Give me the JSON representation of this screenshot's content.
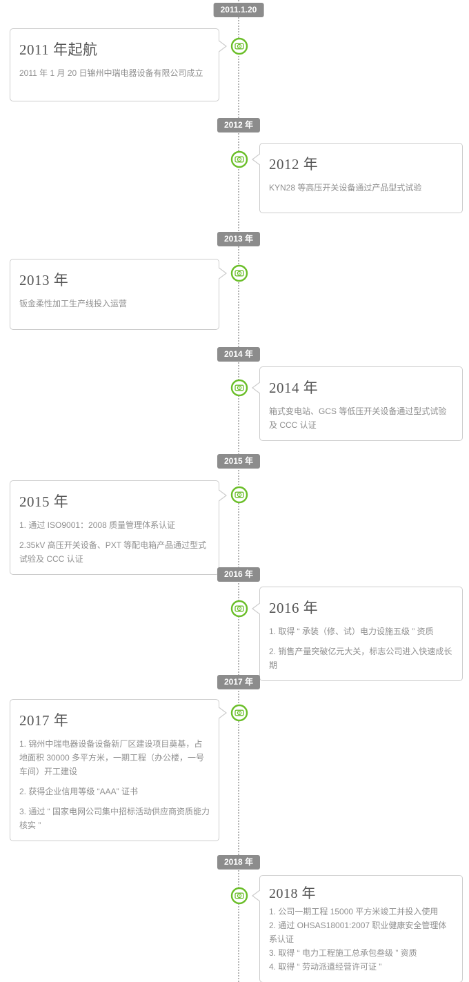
{
  "timeline": {
    "colors": {
      "accent_green": "#6abe28",
      "badge_bg": "#8c8c8c",
      "line": "#b3b3b3",
      "card_border": "#cccccc",
      "title": "#555555",
      "body_text": "#8f8f8f"
    },
    "node_icon": "camera-icon",
    "entries": [
      {
        "badge": "2011.1.20",
        "side": "left",
        "title": "2011 年起航",
        "items": [
          "2011 年 1 月 20 日锦州中瑞电器设备有限公司成立"
        ]
      },
      {
        "badge": "2012 年",
        "side": "right",
        "title": "2012 年",
        "items": [
          "KYN28 等高压开关设备通过产品型式试验"
        ]
      },
      {
        "badge": "2013 年",
        "side": "left",
        "title": "2013 年",
        "items": [
          "钣金柔性加工生产线投入运营"
        ]
      },
      {
        "badge": "2014 年",
        "side": "right",
        "title": "2014 年",
        "items": [
          "箱式变电站、GCS 等低压开关设备通过型式试验及 CCC 认证"
        ]
      },
      {
        "badge": "2015 年",
        "side": "left",
        "title": "2015 年",
        "items": [
          "1. 通过 ISO9001：2008 质量管理体系认证",
          "2.35kV 高压开关设备、PXT 等配电箱产品通过型式试验及 CCC 认证"
        ]
      },
      {
        "badge": "2016 年",
        "side": "right",
        "title": "2016 年",
        "items": [
          "1. 取得 “ 承装（修、试）电力设施五级 ” 资质",
          "2. 销售产量突破亿元大关，标志公司进入快速成长期"
        ]
      },
      {
        "badge": "2017 年",
        "side": "left",
        "title": "2017 年",
        "items": [
          "1. 锦州中瑞电器设备设备新厂区建设项目奠基，占地面积 30000 多平方米，一期工程（办公楼，一号车间）开工建设",
          "2. 获得企业信用等级 “AAA” 证书",
          "3. 通过 “ 国家电网公司集中招标活动供应商资质能力核实 ”"
        ]
      },
      {
        "badge": "2018 年",
        "side": "right",
        "title": "2018 年",
        "items": [
          "1. 公司一期工程 15000 平方米竣工并投入使用",
          "2. 通过 OHSAS18001:2007 职业健康安全管理体系认证",
          "3. 取得 “ 电力工程施工总承包叁级 ” 资质",
          "4. 取得 “ 劳动派遣经营许可证 ”"
        ]
      }
    ]
  }
}
